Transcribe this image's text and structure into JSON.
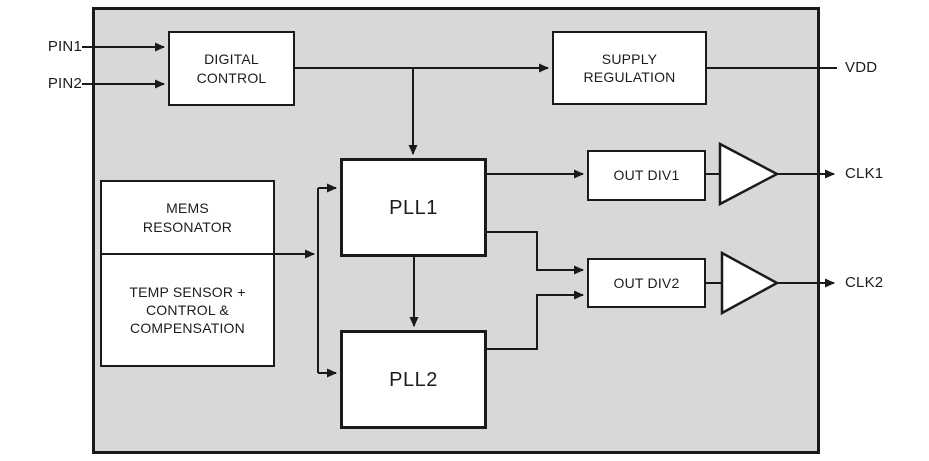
{
  "colors": {
    "canvas_bg": "#ffffff",
    "chip_fill": "#d8d8d8",
    "block_fill": "#ffffff",
    "line": "#1a1a1a",
    "text": "#1c1c1c"
  },
  "diagram": {
    "inputs": {
      "pin1": "PIN1",
      "pin2": "PIN2"
    },
    "outputs": {
      "vdd": "VDD",
      "clk1": "CLK1",
      "clk2": "CLK2"
    },
    "blocks": {
      "digital_control": "DIGITAL\nCONTROL",
      "supply_regulation": "SUPPLY\nREGULATION",
      "mems_resonator": "MEMS\nRESONATOR",
      "temp_sensor": "TEMP SENSOR +\nCONTROL &\nCOMPENSATION",
      "pll1": "PLL1",
      "pll2": "PLL2",
      "out_div1": "OUT DIV1",
      "out_div2": "OUT DIV2"
    }
  }
}
